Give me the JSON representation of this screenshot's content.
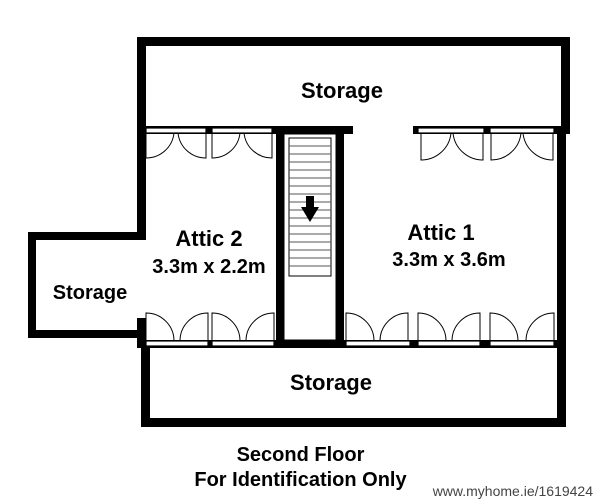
{
  "rooms": {
    "storage_top": "Storage",
    "attic1_name": "Attic 1",
    "attic1_size": "3.3m x 3.6m",
    "attic2_name": "Attic 2",
    "attic2_size": "3.3m x 2.2m",
    "storage_left": "Storage",
    "storage_bottom": "Storage"
  },
  "caption": {
    "line1": "Second Floor",
    "line2": "For Identification Only"
  },
  "watermark": "www.myhome.ie/1619424",
  "colors": {
    "wall": "#000000",
    "background": "#ffffff"
  }
}
